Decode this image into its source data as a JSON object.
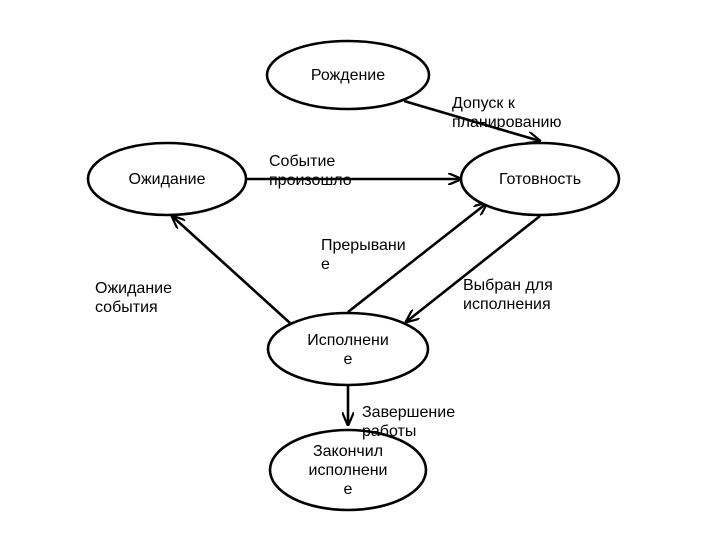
{
  "nodes": {
    "birth": {
      "label": "Рождение"
    },
    "ready": {
      "label": "Готовность"
    },
    "waiting": {
      "label": "Ожидание"
    },
    "running": {
      "line1": "Исполнени",
      "line2": "е"
    },
    "finished": {
      "line1": "Закончил",
      "line2": "исполнени",
      "line3": "е"
    }
  },
  "edges": {
    "admit": {
      "line1": "Допуск к",
      "line2": "планированию"
    },
    "event_occurred": {
      "line1": "Событие",
      "line2": "произошло"
    },
    "interrupt": {
      "line1": "Прерывани",
      "line2": "е"
    },
    "dispatch": {
      "line1": "Выбран для",
      "line2": "исполнения"
    },
    "wait_event": {
      "line1": "Ожидание",
      "line2": "события"
    },
    "exit": {
      "line1": "Завершение",
      "line2": "работы"
    }
  },
  "colors": {
    "stroke": "#000000",
    "fill": "#ffffff"
  }
}
